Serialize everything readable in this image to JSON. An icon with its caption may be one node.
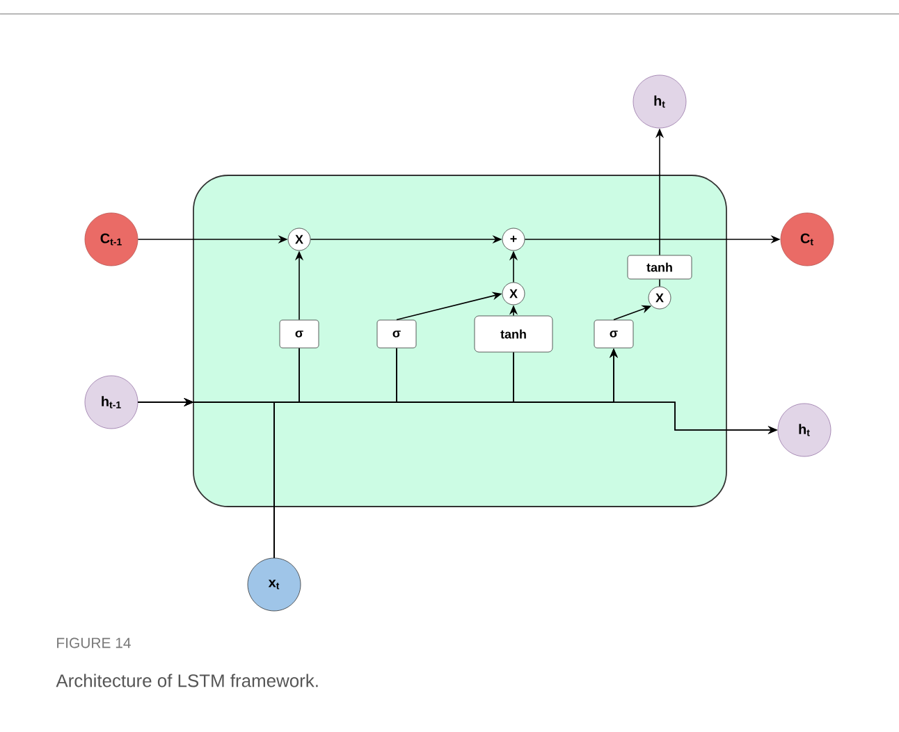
{
  "diagram": {
    "caption": "Architecture of LSTM framework.",
    "nodes": [
      {
        "text": [],
        "shape": "box"
      },
      {
        "text": [
          "C$_{t-1}$"
        ]
      },
      {
        "text": [
          "h$_{t-1}$"
        ]
      },
      {
        "text": [
          "x$_{t}$"
        ]
      },
      {
        "text": [
          "h$_{t}$"
        ]
      },
      {
        "text": [
          "C$_{t}$"
        ]
      },
      {
        "text": [
          "h$_{t}$"
        ]
      },
      {
        "text": [
          "X"
        ],
        "in": 0
      },
      {
        "text": [
          "+"
        ],
        "in": 0
      },
      {
        "text": [
          "X"
        ],
        "in": 0
      },
      {
        "text": [
          "X"
        ],
        "in": 0
      },
      {
        "text": [
          "σ"
        ],
        "in": 0
      },
      {
        "text": [
          "σ"
        ],
        "in": 0
      },
      {
        "text": [
          "tanh"
        ],
        "in": 0
      },
      {
        "text": [
          "σ"
        ],
        "in": 0
      },
      {
        "text": [
          "tanh"
        ],
        "in": 0
      }
    ],
    "edges": [
      {
        "from": 1,
        "to": 7,
        "arrow": "to"
      },
      {
        "from": 7,
        "to": 8,
        "arrow": "to"
      },
      {
        "from": 8,
        "to": 5,
        "arrow": "to"
      },
      {
        "from": 11,
        "to": 7,
        "arrow": "to"
      },
      {
        "from": 12,
        "to": 9,
        "arrow": "to"
      },
      {
        "from": 13,
        "to": 9,
        "arrow": "to"
      },
      {
        "from": 9,
        "to": 8,
        "arrow": "to"
      },
      {
        "from": 14,
        "to": 10,
        "arrow": "to"
      },
      {
        "from": 10,
        "to": 15,
        "arrow": "none"
      },
      {
        "from": 15,
        "to": 4,
        "arrow": "to"
      },
      {
        "from": 2,
        "to": 11,
        "arrow": "to"
      },
      {
        "from": 2,
        "to": 12,
        "arrow": "to"
      },
      {
        "from": 2,
        "to": 13,
        "arrow": "to"
      },
      {
        "from": 2,
        "to": 14,
        "arrow": "to"
      },
      {
        "from": 2,
        "to": 6,
        "arrow": "to"
      },
      {
        "from": 3,
        "to": 11,
        "arrow": "none"
      },
      {
        "from": 3,
        "to": 12,
        "arrow": "none"
      },
      {
        "from": 3,
        "to": 13,
        "arrow": "none"
      },
      {
        "from": 3,
        "to": 14,
        "arrow": "to"
      },
      {
        "from": 3,
        "to": 6,
        "arrow": "to"
      }
    ],
    "labels": [
      "FIGURE 14"
    ]
  }
}
